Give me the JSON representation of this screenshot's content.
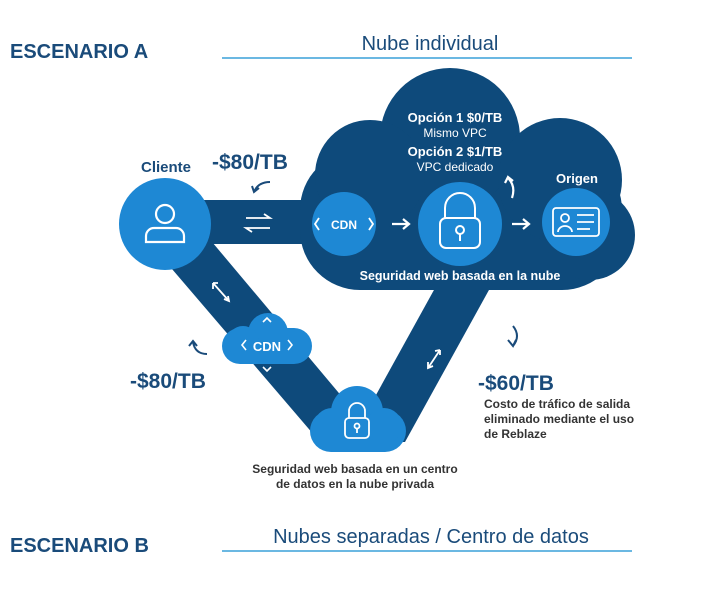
{
  "scenario_a": {
    "label": "ESCENARIO A",
    "title": "Nube individual"
  },
  "scenario_b": {
    "label": "ESCENARIO B",
    "title": "Nubes separadas / Centro de datos"
  },
  "client": {
    "label": "Cliente",
    "icon": "user-icon"
  },
  "origin": {
    "label": "Origen",
    "icon": "id-card-icon"
  },
  "cdn_label": "CDN",
  "option1": {
    "title": "Opción 1 $0/TB",
    "subtitle": "Mismo VPC"
  },
  "option2": {
    "title": "Opción 2 $1/TB",
    "subtitle": "VPC dedicado"
  },
  "cloud_security": "Seguridad web basada en la nube",
  "price_top": "-$80/TB",
  "price_left": "-$80/TB",
  "price_right": "-$60/TB",
  "egress_note": [
    "Costo de tráfico de salida",
    "eliminado mediante el uso",
    "de Reblaze"
  ],
  "datacenter_security": [
    "Seguridad web basada en un centro",
    "de datos en la nube privada"
  ],
  "colors": {
    "dark_blue": "#0e4a7b",
    "light_blue": "#1e88d4",
    "text_blue": "#1a4b7a"
  }
}
